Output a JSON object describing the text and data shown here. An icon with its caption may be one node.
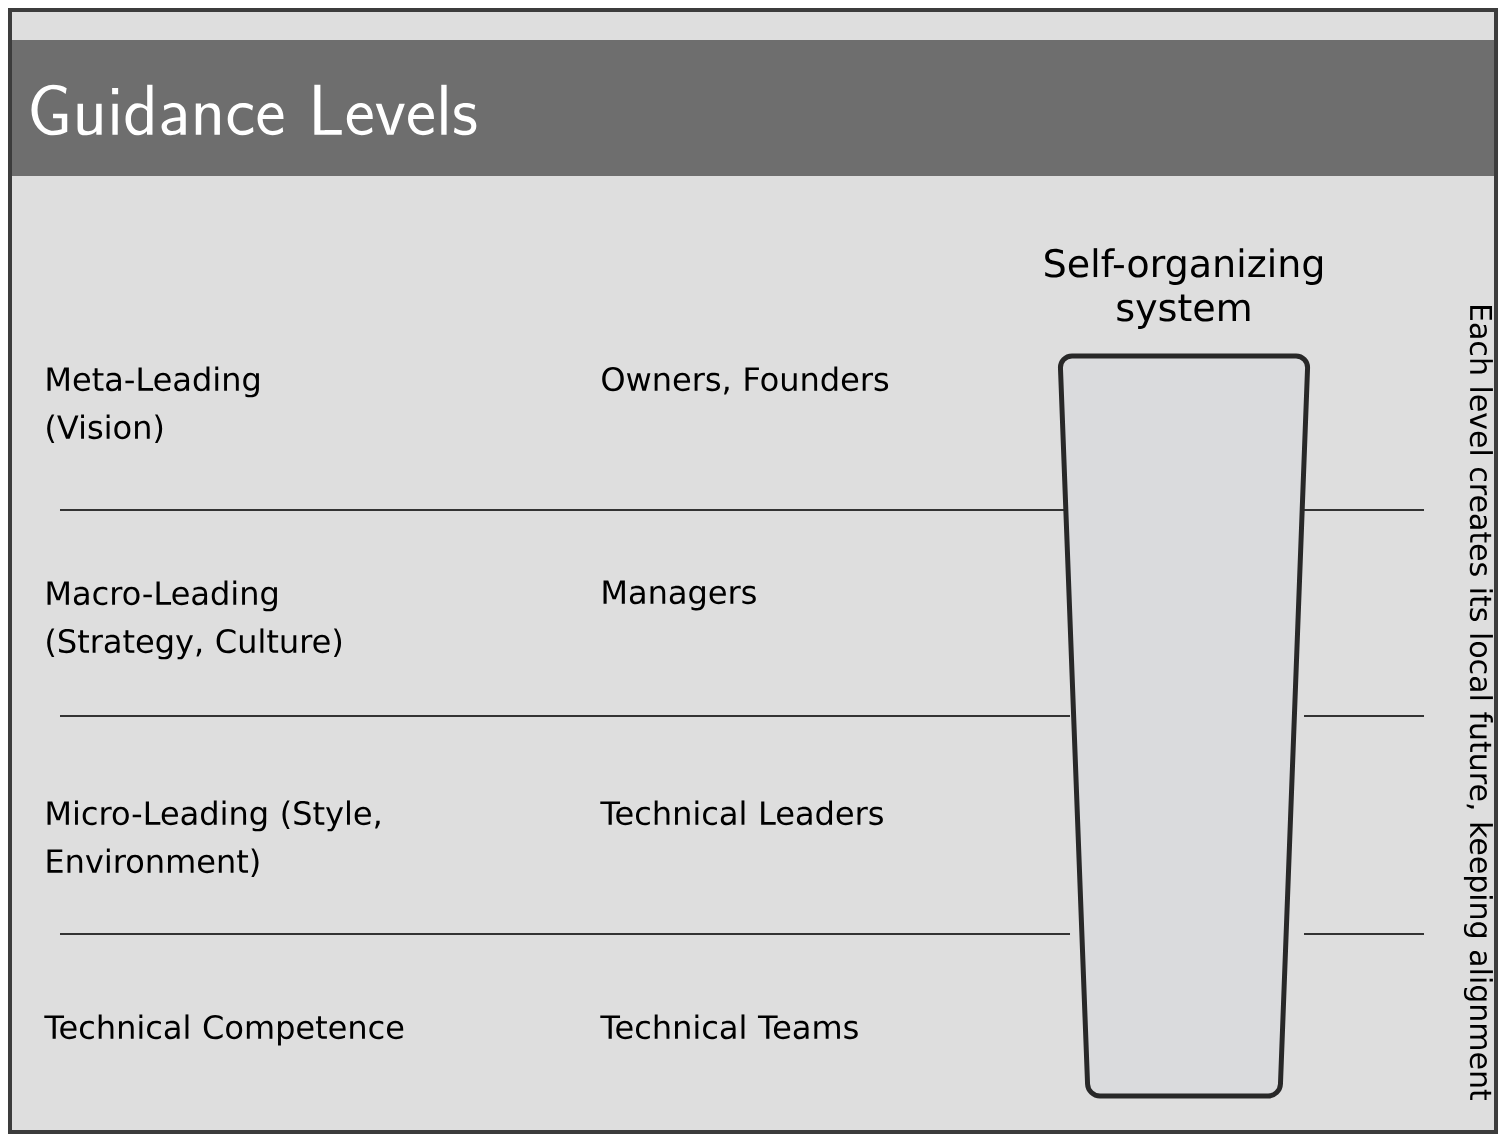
{
  "diagram": {
    "title": "Guidance Levels",
    "nodes": [
      {
        "text": [
          "Self-organizing system"
        ]
      }
    ],
    "labels": [
      "Meta-Leading (Vision)",
      "Owners, Founders",
      "Macro-Leading (Strategy, Culture)",
      "Managers",
      "Micro-Leading (Style, Environment)",
      "Technical Leaders",
      "Technical Competence",
      "Technical Teams",
      "Each level creates its local future, keeping alignment"
    ]
  }
}
